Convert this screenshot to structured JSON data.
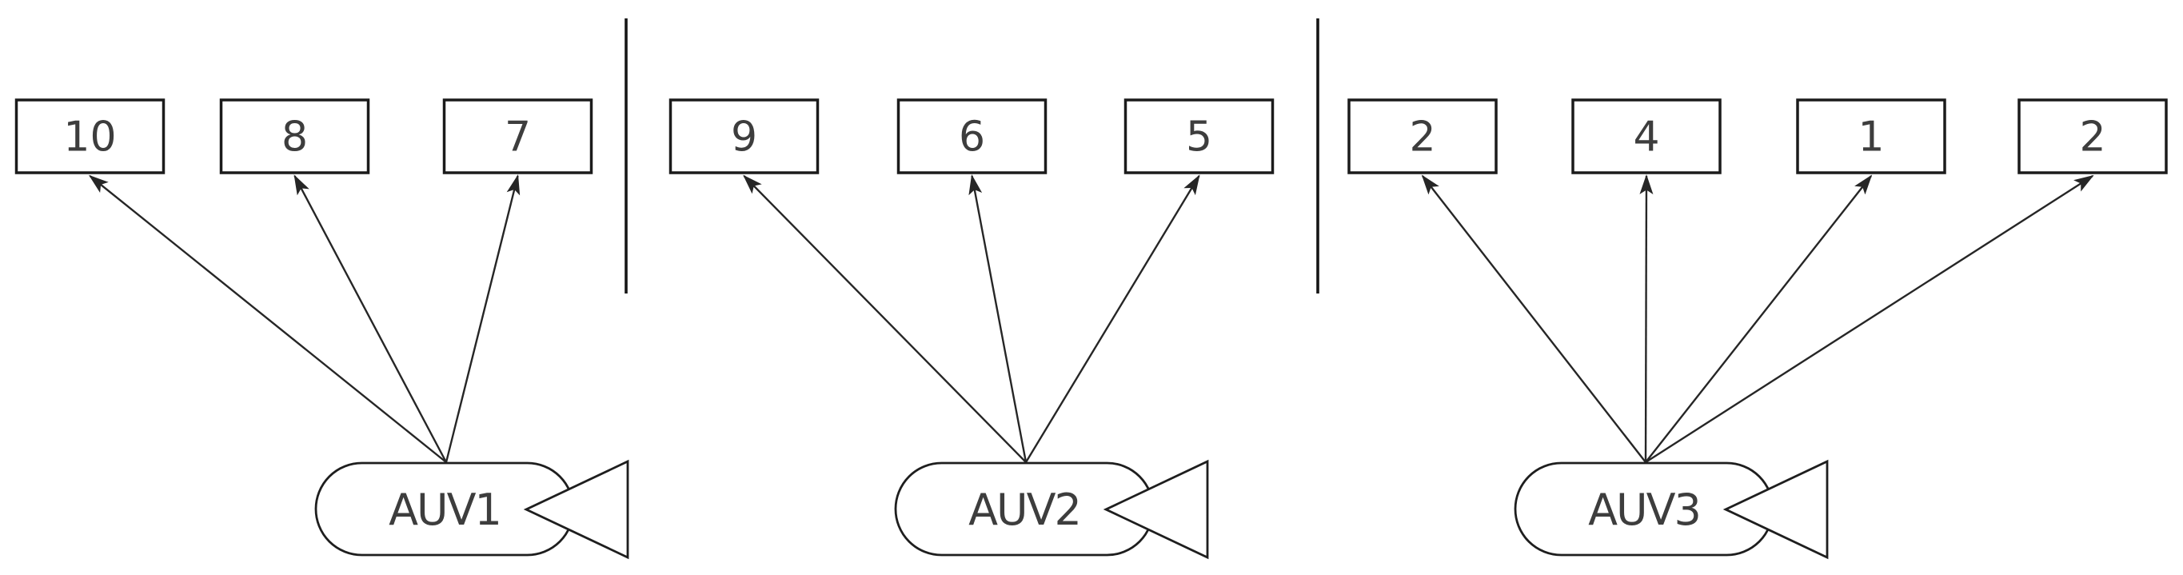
{
  "diagram": {
    "description": "Three AUV task-assignment sections separated by vertical dividers; each AUV points arrows at numbered task boxes",
    "colors": {
      "background": "#ffffff",
      "stroke": "#1b1b1b",
      "text": "#3d3d3d"
    },
    "divider_count": 2,
    "groups": [
      {
        "auv": "AUV1",
        "tasks": [
          "10",
          "8",
          "7"
        ]
      },
      {
        "auv": "AUV2",
        "tasks": [
          "9",
          "6",
          "5"
        ]
      },
      {
        "auv": "AUV3",
        "tasks": [
          "2",
          "4",
          "1",
          "2"
        ]
      }
    ]
  }
}
